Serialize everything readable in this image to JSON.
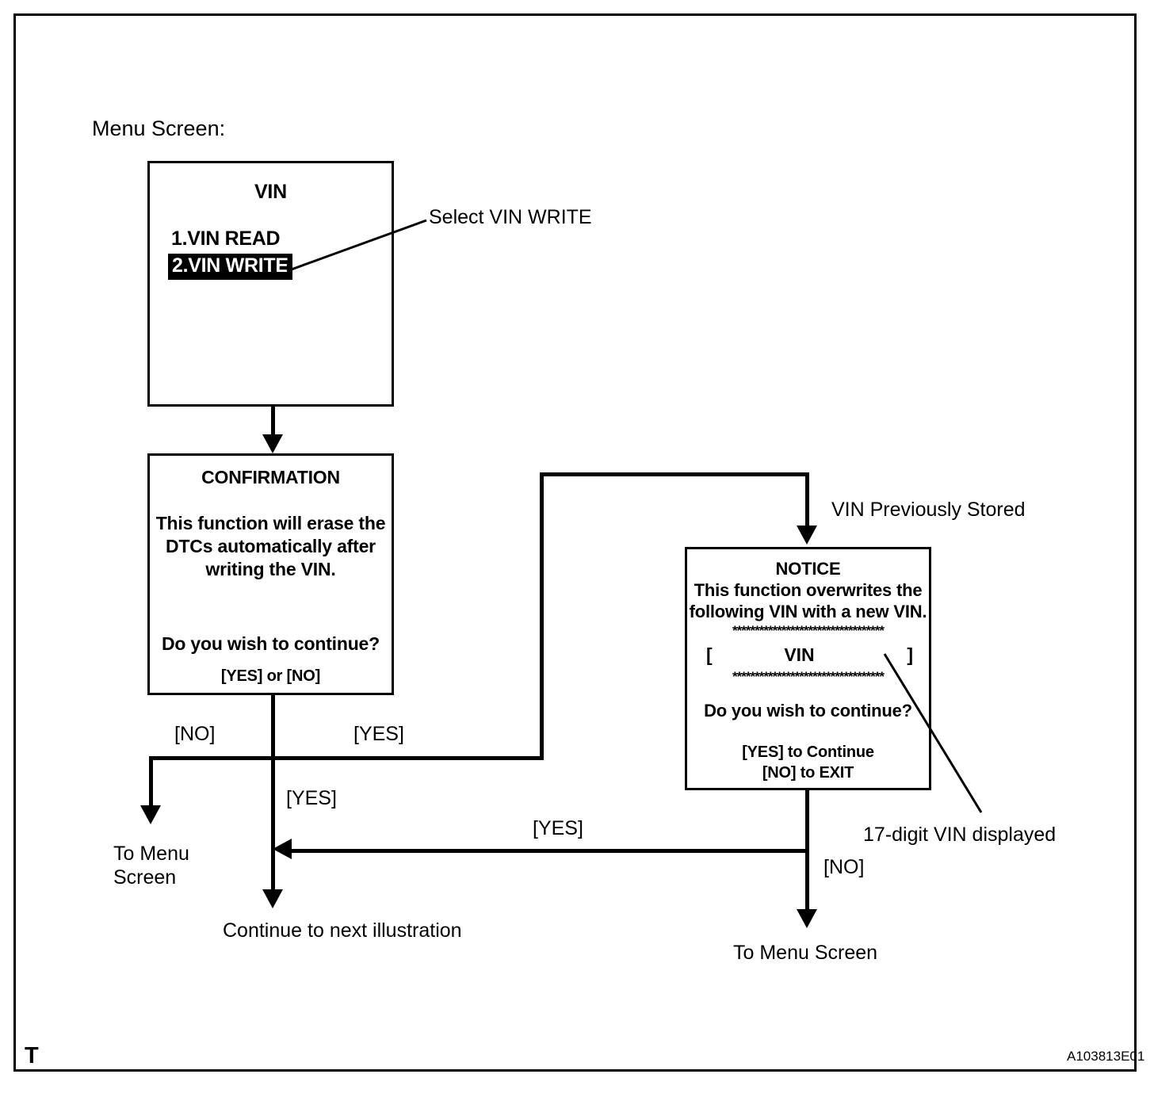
{
  "diagram": {
    "caption": "Menu Screen:",
    "figure_id": "A103813E01",
    "page_mark": "T"
  },
  "screens": [
    {
      "id": "vin-menu",
      "title": "VIN",
      "items": [
        {
          "label": "1.VIN READ",
          "selected": false
        },
        {
          "label": "2.VIN WRITE",
          "selected": true
        }
      ]
    },
    {
      "id": "confirmation",
      "title": "CONFIRMATION",
      "body": [
        "This function will erase the",
        "DTCs automatically after",
        "writing the VIN."
      ],
      "question": "Do you wish to continue?",
      "options": "[YES] or [NO]"
    },
    {
      "id": "notice",
      "title": "NOTICE",
      "body": [
        "This function overwrites the",
        "following VIN with a new VIN."
      ],
      "rule": "**********************************",
      "vin_field": {
        "left_bracket": "[",
        "value": "VIN",
        "right_bracket": "]"
      },
      "question": "Do you wish to continue?",
      "options": [
        "[YES] to Continue",
        "[NO] to EXIT"
      ]
    }
  ],
  "annotations": {
    "select_vin_write": "Select VIN WRITE",
    "vin_previously_stored": "VIN Previously Stored",
    "seventeen_digit_vin": "17-digit VIN displayed"
  },
  "edge_labels": {
    "no_left": "[NO]",
    "yes_to_notice": "[YES]",
    "yes_down": "[YES]",
    "yes_return": "[YES]",
    "no_exit": "[NO]"
  },
  "terminals": {
    "to_menu_screen_left": "To Menu\nScreen",
    "continue_next": "Continue to next illustration",
    "to_menu_screen_right": "To Menu Screen"
  }
}
